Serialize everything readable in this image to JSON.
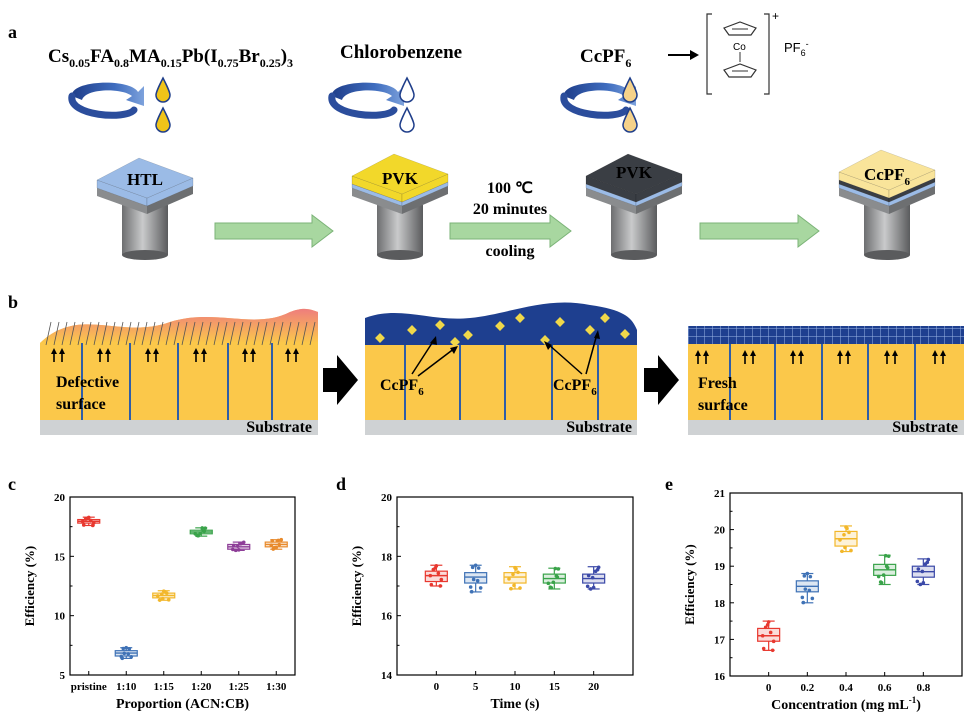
{
  "panel_letters": {
    "a": "a",
    "b": "b",
    "c": "c",
    "d": "d",
    "e": "e"
  },
  "panel_a": {
    "reagents": {
      "r1": {
        "base": "Cs",
        "s1": "0.05",
        "t2": "FA",
        "s2": "0.8",
        "t3": "MA",
        "s3": "0.15",
        "t4": "Pb(I",
        "s4": "0.75",
        "t5": "Br",
        "s5": "0.25",
        "t6": ")",
        "s6": "3"
      },
      "r2": "Chlorobenzene",
      "r3": {
        "base": "CcPF",
        "sub": "6"
      }
    },
    "structure": {
      "co": "Co",
      "charge": "+",
      "anion_base": "PF",
      "anion_sub": "6",
      "anion_sup": "-"
    },
    "stacks": {
      "s1": "HTL",
      "s2": "PVK",
      "s3": "PVK",
      "s4_base": "CcPF",
      "s4_sub": "6"
    },
    "anneal": {
      "temp": "100 ℃",
      "time": "20 minutes",
      "cool": "cooling"
    },
    "colors": {
      "htl": "#9bbbe6",
      "pvk": "#f2d82a",
      "pvk_dark": "#3a3e44",
      "ccpf6": "#f9e49a",
      "arrow": "#a8d7a0",
      "drop_yellow": "#f0c419",
      "drop_light": "#f5d28a"
    }
  },
  "panel_b": {
    "labels": {
      "defective": "Defective",
      "surface": "surface",
      "fresh": "Fresh",
      "surface2": "surface",
      "substrate1": "Substrate",
      "substrate2": "Substrate",
      "substrate3": "Substrate",
      "cc1_base": "CcPF",
      "cc1_sub": "6",
      "cc2_base": "CcPF",
      "cc2_sub": "6"
    },
    "colors": {
      "film": "#fbc84a",
      "substrate": "#cfd2d4",
      "defect": "#f08080",
      "ccpf": "#1e3f8f",
      "crystal": "#f0d84a"
    }
  },
  "charts": {
    "c": {
      "ylabel": "Efficiency (%)",
      "xlabel": "Proportion (ACN:CB)",
      "categories": [
        "pristine",
        "1:10",
        "1:15",
        "1:20",
        "1:25",
        "1:30"
      ],
      "yticks": [
        "5",
        "10",
        "15",
        "20"
      ],
      "ylim": [
        5,
        20
      ],
      "colors": [
        "#e8382f",
        "#3f72b6",
        "#f2b72a",
        "#3aa34a",
        "#8e3e98",
        "#e88a2c"
      ],
      "boxes": [
        {
          "min": 17.6,
          "q1": 17.8,
          "med": 17.95,
          "q3": 18.1,
          "max": 18.3
        },
        {
          "min": 6.4,
          "q1": 6.6,
          "med": 6.85,
          "q3": 7.05,
          "max": 7.3
        },
        {
          "min": 11.3,
          "q1": 11.5,
          "med": 11.7,
          "q3": 11.9,
          "max": 12.1
        },
        {
          "min": 16.7,
          "q1": 16.9,
          "med": 17.05,
          "q3": 17.2,
          "max": 17.4
        },
        {
          "min": 15.5,
          "q1": 15.6,
          "med": 15.8,
          "q3": 16.0,
          "max": 16.2
        },
        {
          "min": 15.6,
          "q1": 15.8,
          "med": 16.0,
          "q3": 16.2,
          "max": 16.4
        }
      ]
    },
    "d": {
      "ylabel": "Efficiency (%)",
      "xlabel": "Time (s)",
      "categories": [
        "0",
        "5",
        "10",
        "15",
        "20"
      ],
      "yticks": [
        "14",
        "16",
        "18",
        "20"
      ],
      "ylim": [
        14,
        20
      ],
      "colors": [
        "#e8382f",
        "#3f72b6",
        "#f2b72a",
        "#3aa34a",
        "#3b49a8"
      ],
      "boxes": [
        {
          "min": 17.0,
          "q1": 17.15,
          "med": 17.35,
          "q3": 17.5,
          "max": 17.7
        },
        {
          "min": 16.8,
          "q1": 17.1,
          "med": 17.3,
          "q3": 17.45,
          "max": 17.7
        },
        {
          "min": 16.9,
          "q1": 17.1,
          "med": 17.3,
          "q3": 17.45,
          "max": 17.65
        },
        {
          "min": 16.9,
          "q1": 17.1,
          "med": 17.25,
          "q3": 17.4,
          "max": 17.6
        },
        {
          "min": 16.9,
          "q1": 17.1,
          "med": 17.25,
          "q3": 17.4,
          "max": 17.65
        }
      ]
    },
    "e": {
      "ylabel": "Efficiency (%)",
      "xlabel_base": "Concentration (mg mL",
      "xlabel_sup": "-1",
      "xlabel_end": ")",
      "categories": [
        "0",
        "0.2",
        "0.4",
        "0.6",
        "0.8"
      ],
      "yticks": [
        "16",
        "17",
        "18",
        "19",
        "20",
        "21"
      ],
      "ylim": [
        16,
        21
      ],
      "colors": [
        "#e8382f",
        "#3f72b6",
        "#f2b72a",
        "#3aa34a",
        "#3b49a8"
      ],
      "boxes": [
        {
          "min": 16.7,
          "q1": 16.95,
          "med": 17.1,
          "q3": 17.3,
          "max": 17.5
        },
        {
          "min": 18.0,
          "q1": 18.3,
          "med": 18.45,
          "q3": 18.6,
          "max": 18.8
        },
        {
          "min": 19.4,
          "q1": 19.55,
          "med": 19.75,
          "q3": 19.95,
          "max": 20.1
        },
        {
          "min": 18.5,
          "q1": 18.75,
          "med": 18.9,
          "q3": 19.05,
          "max": 19.3
        },
        {
          "min": 18.5,
          "q1": 18.7,
          "med": 18.85,
          "q3": 19.0,
          "max": 19.2
        }
      ]
    }
  }
}
